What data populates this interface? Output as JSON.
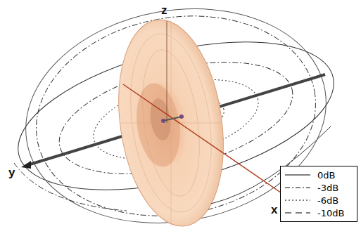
{
  "diagram": {
    "labels": [
      "z",
      "y",
      "x"
    ],
    "legend": [
      {
        "text": "0dB"
      },
      {
        "text": "-3dB"
      },
      {
        "text": "-6dB"
      },
      {
        "text": "-10dB"
      }
    ]
  }
}
